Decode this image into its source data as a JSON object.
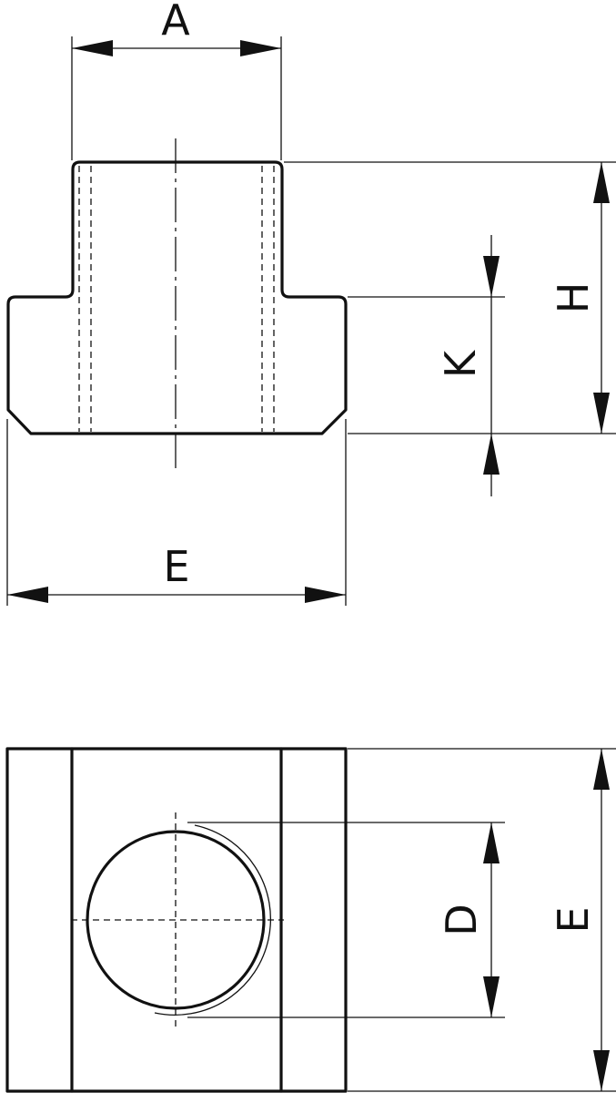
{
  "labels": {
    "front_width": "A",
    "front_height": "H",
    "front_flange": "K",
    "front_length": "E",
    "top_diameter": "D",
    "top_length": "E"
  },
  "colors": {
    "line": "#111111",
    "background": "#ffffff"
  }
}
